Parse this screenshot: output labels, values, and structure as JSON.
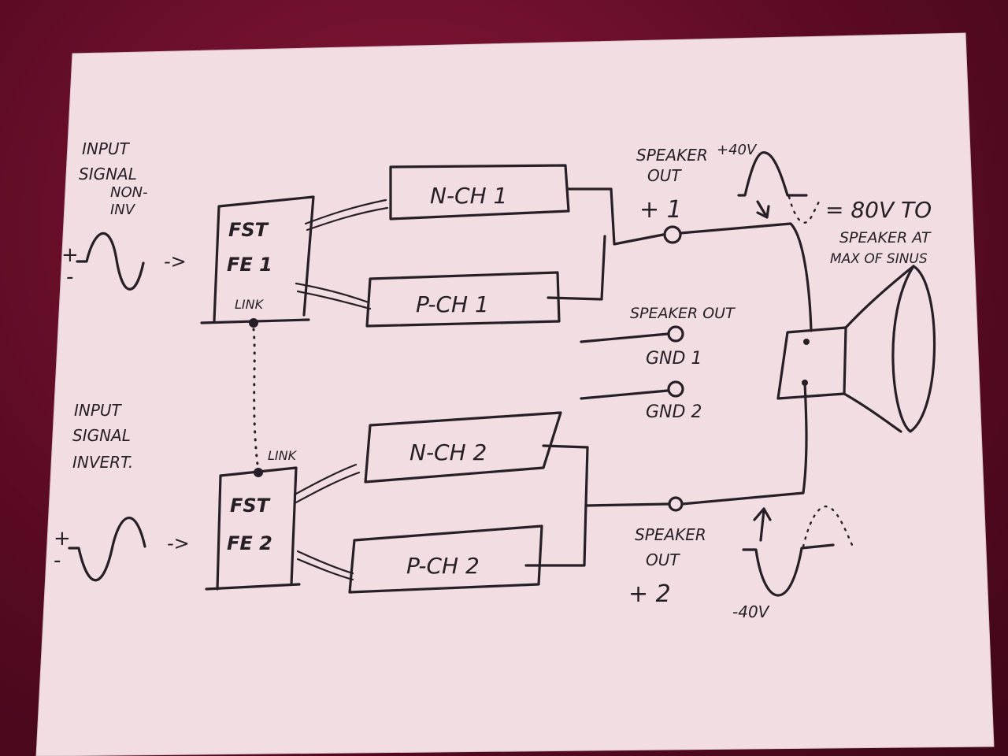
{
  "input_1": {
    "label_lines": [
      "INPUT",
      "SIGNAL",
      "NON-",
      "INV"
    ],
    "plus": "+",
    "minus": "-",
    "arrow": "->"
  },
  "input_2": {
    "label_lines": [
      "INPUT",
      "SIGNAL",
      "INVERT."
    ],
    "plus": "+",
    "minus": "-",
    "arrow": "->"
  },
  "fe_1": {
    "line1": "FST",
    "line2": "FE 1",
    "link": "LINK"
  },
  "fe_2": {
    "line1": "FST",
    "line2": "FE 2",
    "link": "LINK"
  },
  "blocks": {
    "n_ch_1": "N-CH 1",
    "p_ch_1": "P-CH 1",
    "n_ch_2": "N-CH 2",
    "p_ch_2": "P-CH 2"
  },
  "speaker_out_1": {
    "line1": "SPEAKER",
    "line2": "OUT",
    "line3": "+ 1"
  },
  "speaker_out_gnd": {
    "line1": "SPEAKER OUT",
    "gnd1": "GND 1",
    "gnd2": "GND 2"
  },
  "speaker_out_2": {
    "line1": "SPEAKER",
    "line2": "OUT",
    "line3": "+ 2"
  },
  "voltage_top": "+40V",
  "voltage_bottom": "-40V",
  "note_80v": "= 80V TO",
  "speaker_note_lines": [
    "SPEAKER AT",
    "MAX OF SINUS"
  ]
}
